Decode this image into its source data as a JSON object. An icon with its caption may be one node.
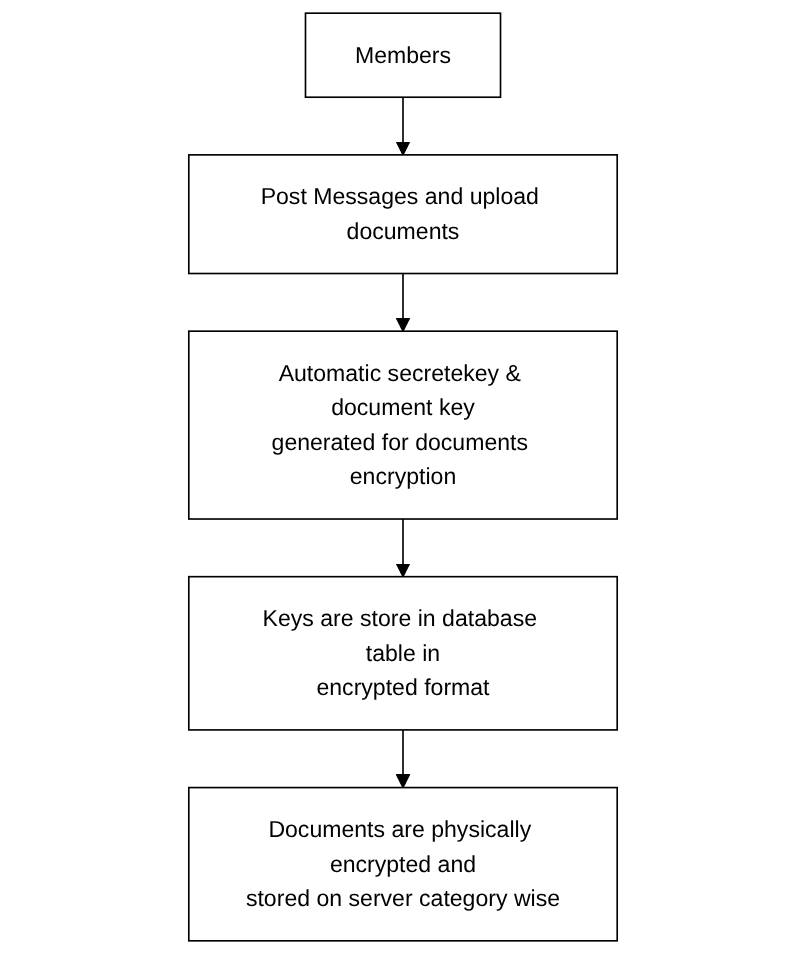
{
  "diagram": {
    "nodes": [
      {
        "text": [
          "Members"
        ]
      },
      {
        "text": [
          "Post Messages and upload documents"
        ]
      },
      {
        "text": [
          "Automatic secretekey & document key generated for documents encryption"
        ]
      },
      {
        "text": [
          "Keys are store in database table in encrypted format"
        ]
      },
      {
        "text": [
          "Documents are physically encrypted and stored on server category wise"
        ]
      }
    ],
    "edges": [
      {
        "from": 0,
        "to": 1,
        "arrow": "to"
      },
      {
        "from": 1,
        "to": 2,
        "arrow": "to"
      },
      {
        "from": 2,
        "to": 3,
        "arrow": "to"
      },
      {
        "from": 3,
        "to": 4,
        "arrow": "to"
      }
    ]
  }
}
